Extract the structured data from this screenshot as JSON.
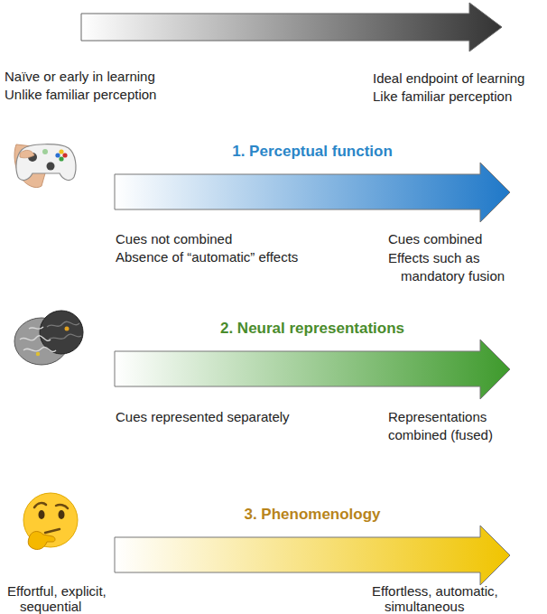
{
  "diagram": {
    "nodes": [
      {
        "text": [
          "1. Perceptual function"
        ]
      },
      {
        "text": [
          "2. Neural representations"
        ]
      },
      {
        "text": [
          "3. Phenomenology"
        ]
      }
    ],
    "labels": [
      "Naïve or early in learning",
      "Unlike familiar perception",
      "Ideal endpoint of learning",
      "Like familiar perception",
      "Cues not combined",
      "Absence of “automatic” effects",
      "Cues combined",
      "Effects such as mandatory fusion",
      "Cues represented separately",
      "Representations combined (fused)",
      "Effortful, explicit, sequential",
      "Effortless, automatic, simultaneous"
    ]
  }
}
